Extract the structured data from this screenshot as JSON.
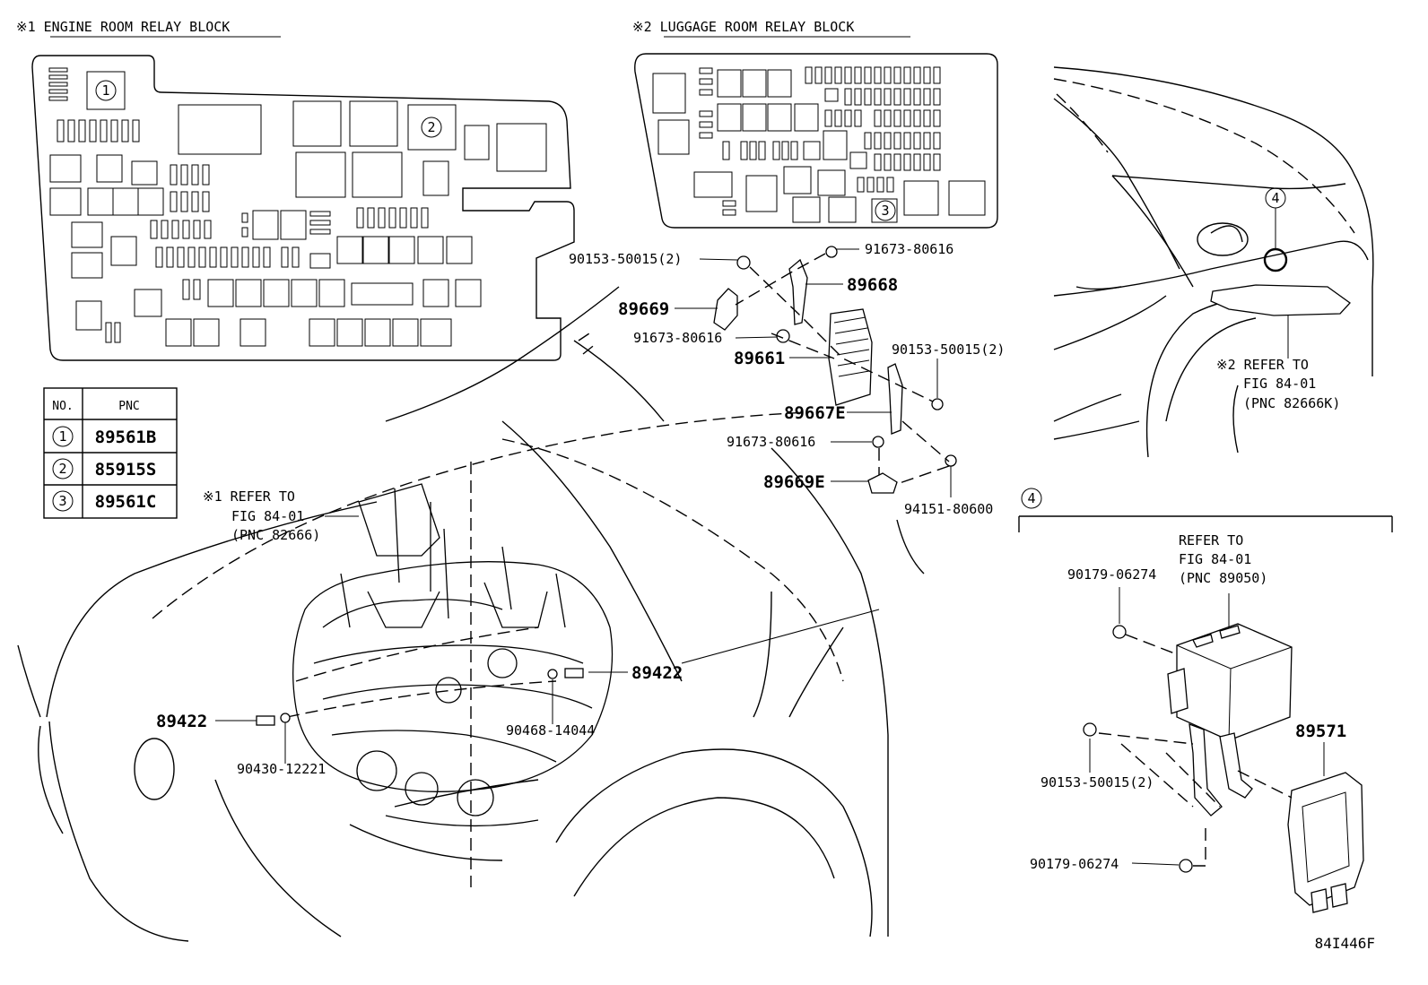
{
  "headers": {
    "engine_room": "※1 ENGINE ROOM RELAY BLOCK",
    "luggage_room": "※2 LUGGAGE ROOM RELAY BLOCK"
  },
  "table": {
    "col_no": "NO.",
    "col_pnc": "PNC",
    "rows": [
      {
        "no": "1",
        "pnc": "89561B"
      },
      {
        "no": "2",
        "pnc": "85915S"
      },
      {
        "no": "3",
        "pnc": "89561C"
      }
    ]
  },
  "block_markers": {
    "m1": "1",
    "m2": "2",
    "m3": "3"
  },
  "callouts": {
    "c4_car": "4",
    "c4_detail": "4"
  },
  "refs": {
    "ref1": [
      "※1 REFER TO",
      "FIG 84-01",
      "(PNC 82666)"
    ],
    "ref2": [
      "※2 REFER TO",
      "FIG 84-01",
      "(PNC 82666K)"
    ],
    "ref4": [
      "REFER TO",
      "FIG 84-01",
      "(PNC 89050)"
    ]
  },
  "parts": {
    "p90153_a": "90153-50015(2)",
    "p91673_a": "91673-80616",
    "p89668": "89668",
    "p89669": "89669",
    "p91673_b": "91673-80616",
    "p89661": "89661",
    "p90153_b": "90153-50015(2)",
    "p89667e": "89667E",
    "p91673_c": "91673-80616",
    "p89669e": "89669E",
    "p94151": "94151-80600",
    "p89422_r": "89422",
    "p89422_l": "89422",
    "p90468": "90468-14044",
    "p90430": "90430-12221",
    "p90179_a": "90179-06274",
    "p90153_c": "90153-50015(2)",
    "p90179_b": "90179-06274",
    "p89571": "89571"
  },
  "figure_id": "84I446F"
}
